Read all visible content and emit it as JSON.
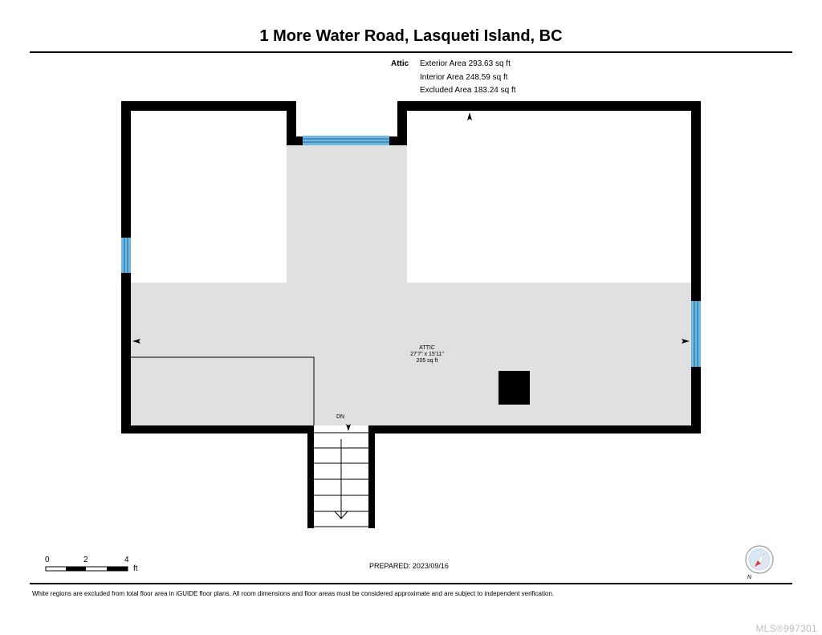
{
  "title": "1 More Water Road, Lasqueti Island, BC",
  "floor": {
    "name": "Attic",
    "exterior_area": "Exterior Area 293.63 sq ft",
    "interior_area": "Interior Area 248.59 sq ft",
    "excluded_area": "Excluded Area 183.24 sq ft"
  },
  "room": {
    "name": "ATTIC",
    "dimensions": "27'7\" x 15'11\"",
    "area": "205 sq ft"
  },
  "stair_label": "DN",
  "scale": {
    "ticks": [
      "0",
      "2",
      "4"
    ],
    "unit": "ft"
  },
  "prepared": "PREPARED: 2023/09/16",
  "disclaimer": "White regions are excluded from total floor area in iGUIDE floor plans. All room dimensions and floor areas must be considered approximate and are subject to independent verification.",
  "watermark": "MLS®997301",
  "compass_label": "N",
  "colors": {
    "floor_fill": "#e0e0e0",
    "wall": "#000000",
    "window": "#6ab8e6",
    "compass_needle": "#e23b3b"
  }
}
